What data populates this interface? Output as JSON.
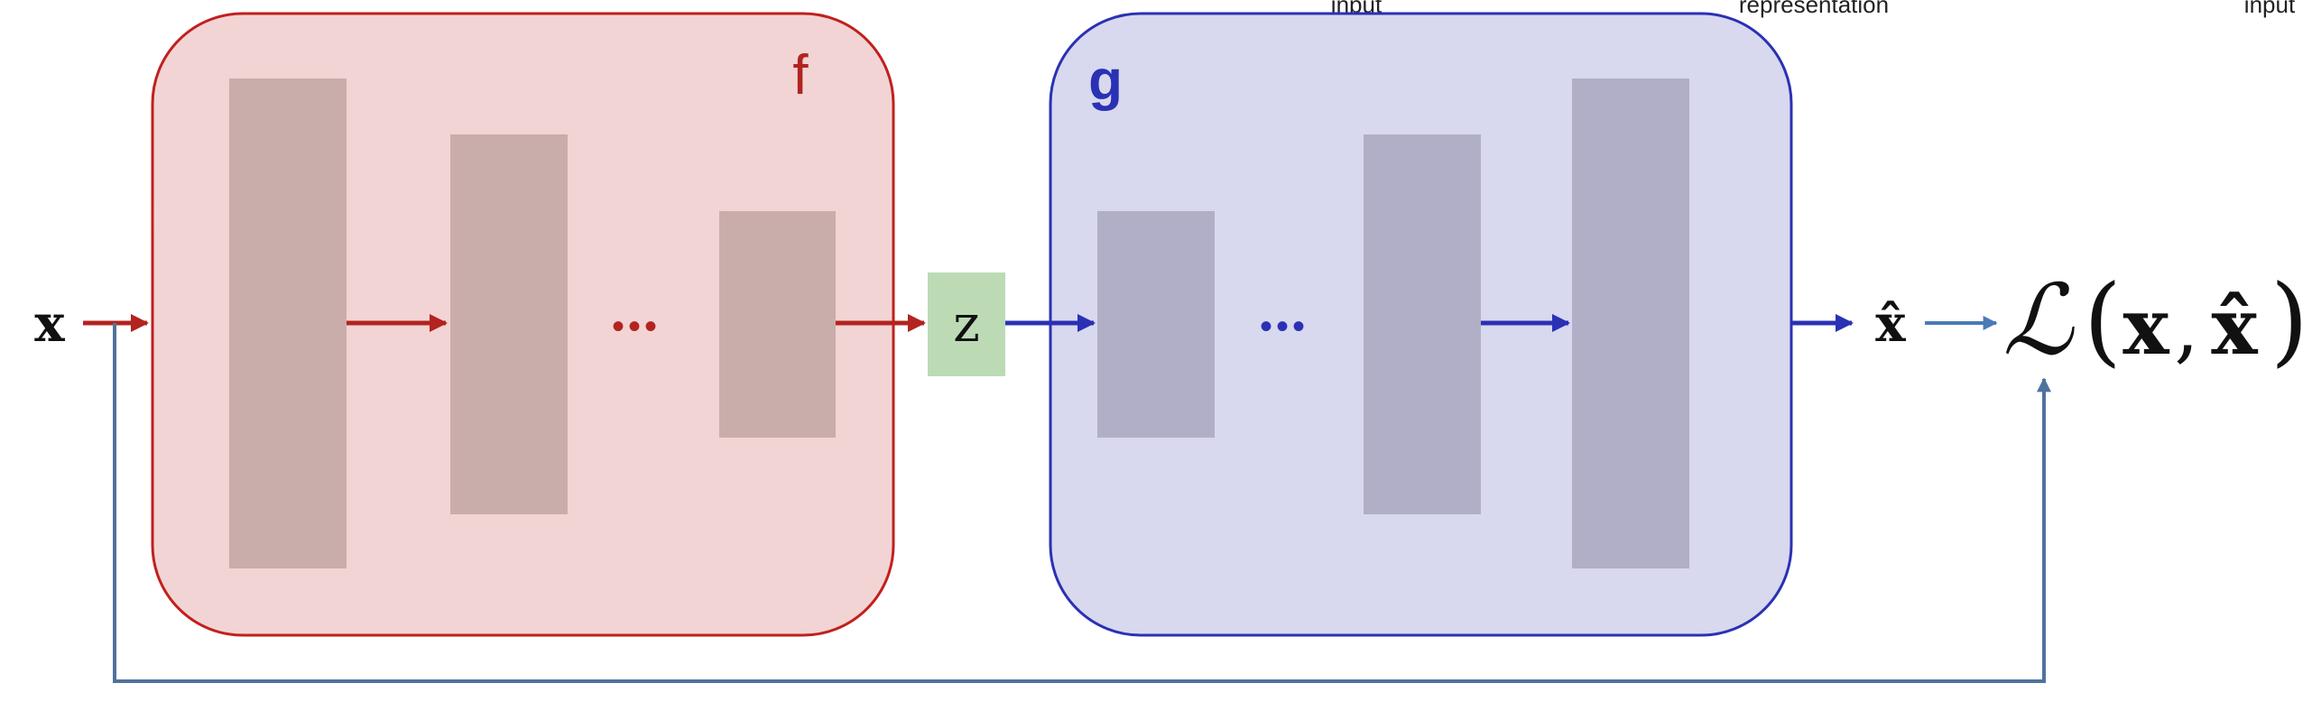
{
  "captions": {
    "encoder_input": "input",
    "latent": "representation",
    "decoder_output": "input"
  },
  "encoder": {
    "label": "f"
  },
  "decoder": {
    "label": "g"
  },
  "input_symbol": "x",
  "latent_symbol": "z",
  "reconstruction_symbol": "x̂",
  "ellipsis": "•••",
  "loss": {
    "symbol": "ℒ",
    "open_paren": "(",
    "arg1": "x",
    "comma": ",",
    "arg2": "x̂",
    "close_paren": ")"
  },
  "colors": {
    "encoder_fill": "#f2d4d4",
    "encoder_border": "#c0201e",
    "encoder_layer": "#c9adab",
    "encoder_arrow": "#b3231f",
    "decoder_fill": "#d8d8ee",
    "decoder_border": "#2a31b4",
    "decoder_layer": "#b1afc7",
    "decoder_arrow": "#2a31b4",
    "latent_fill": "#bcdbb5",
    "skip_line": "#4f739d",
    "loss_arrow": "#4a7ab8",
    "text": "#111111"
  }
}
